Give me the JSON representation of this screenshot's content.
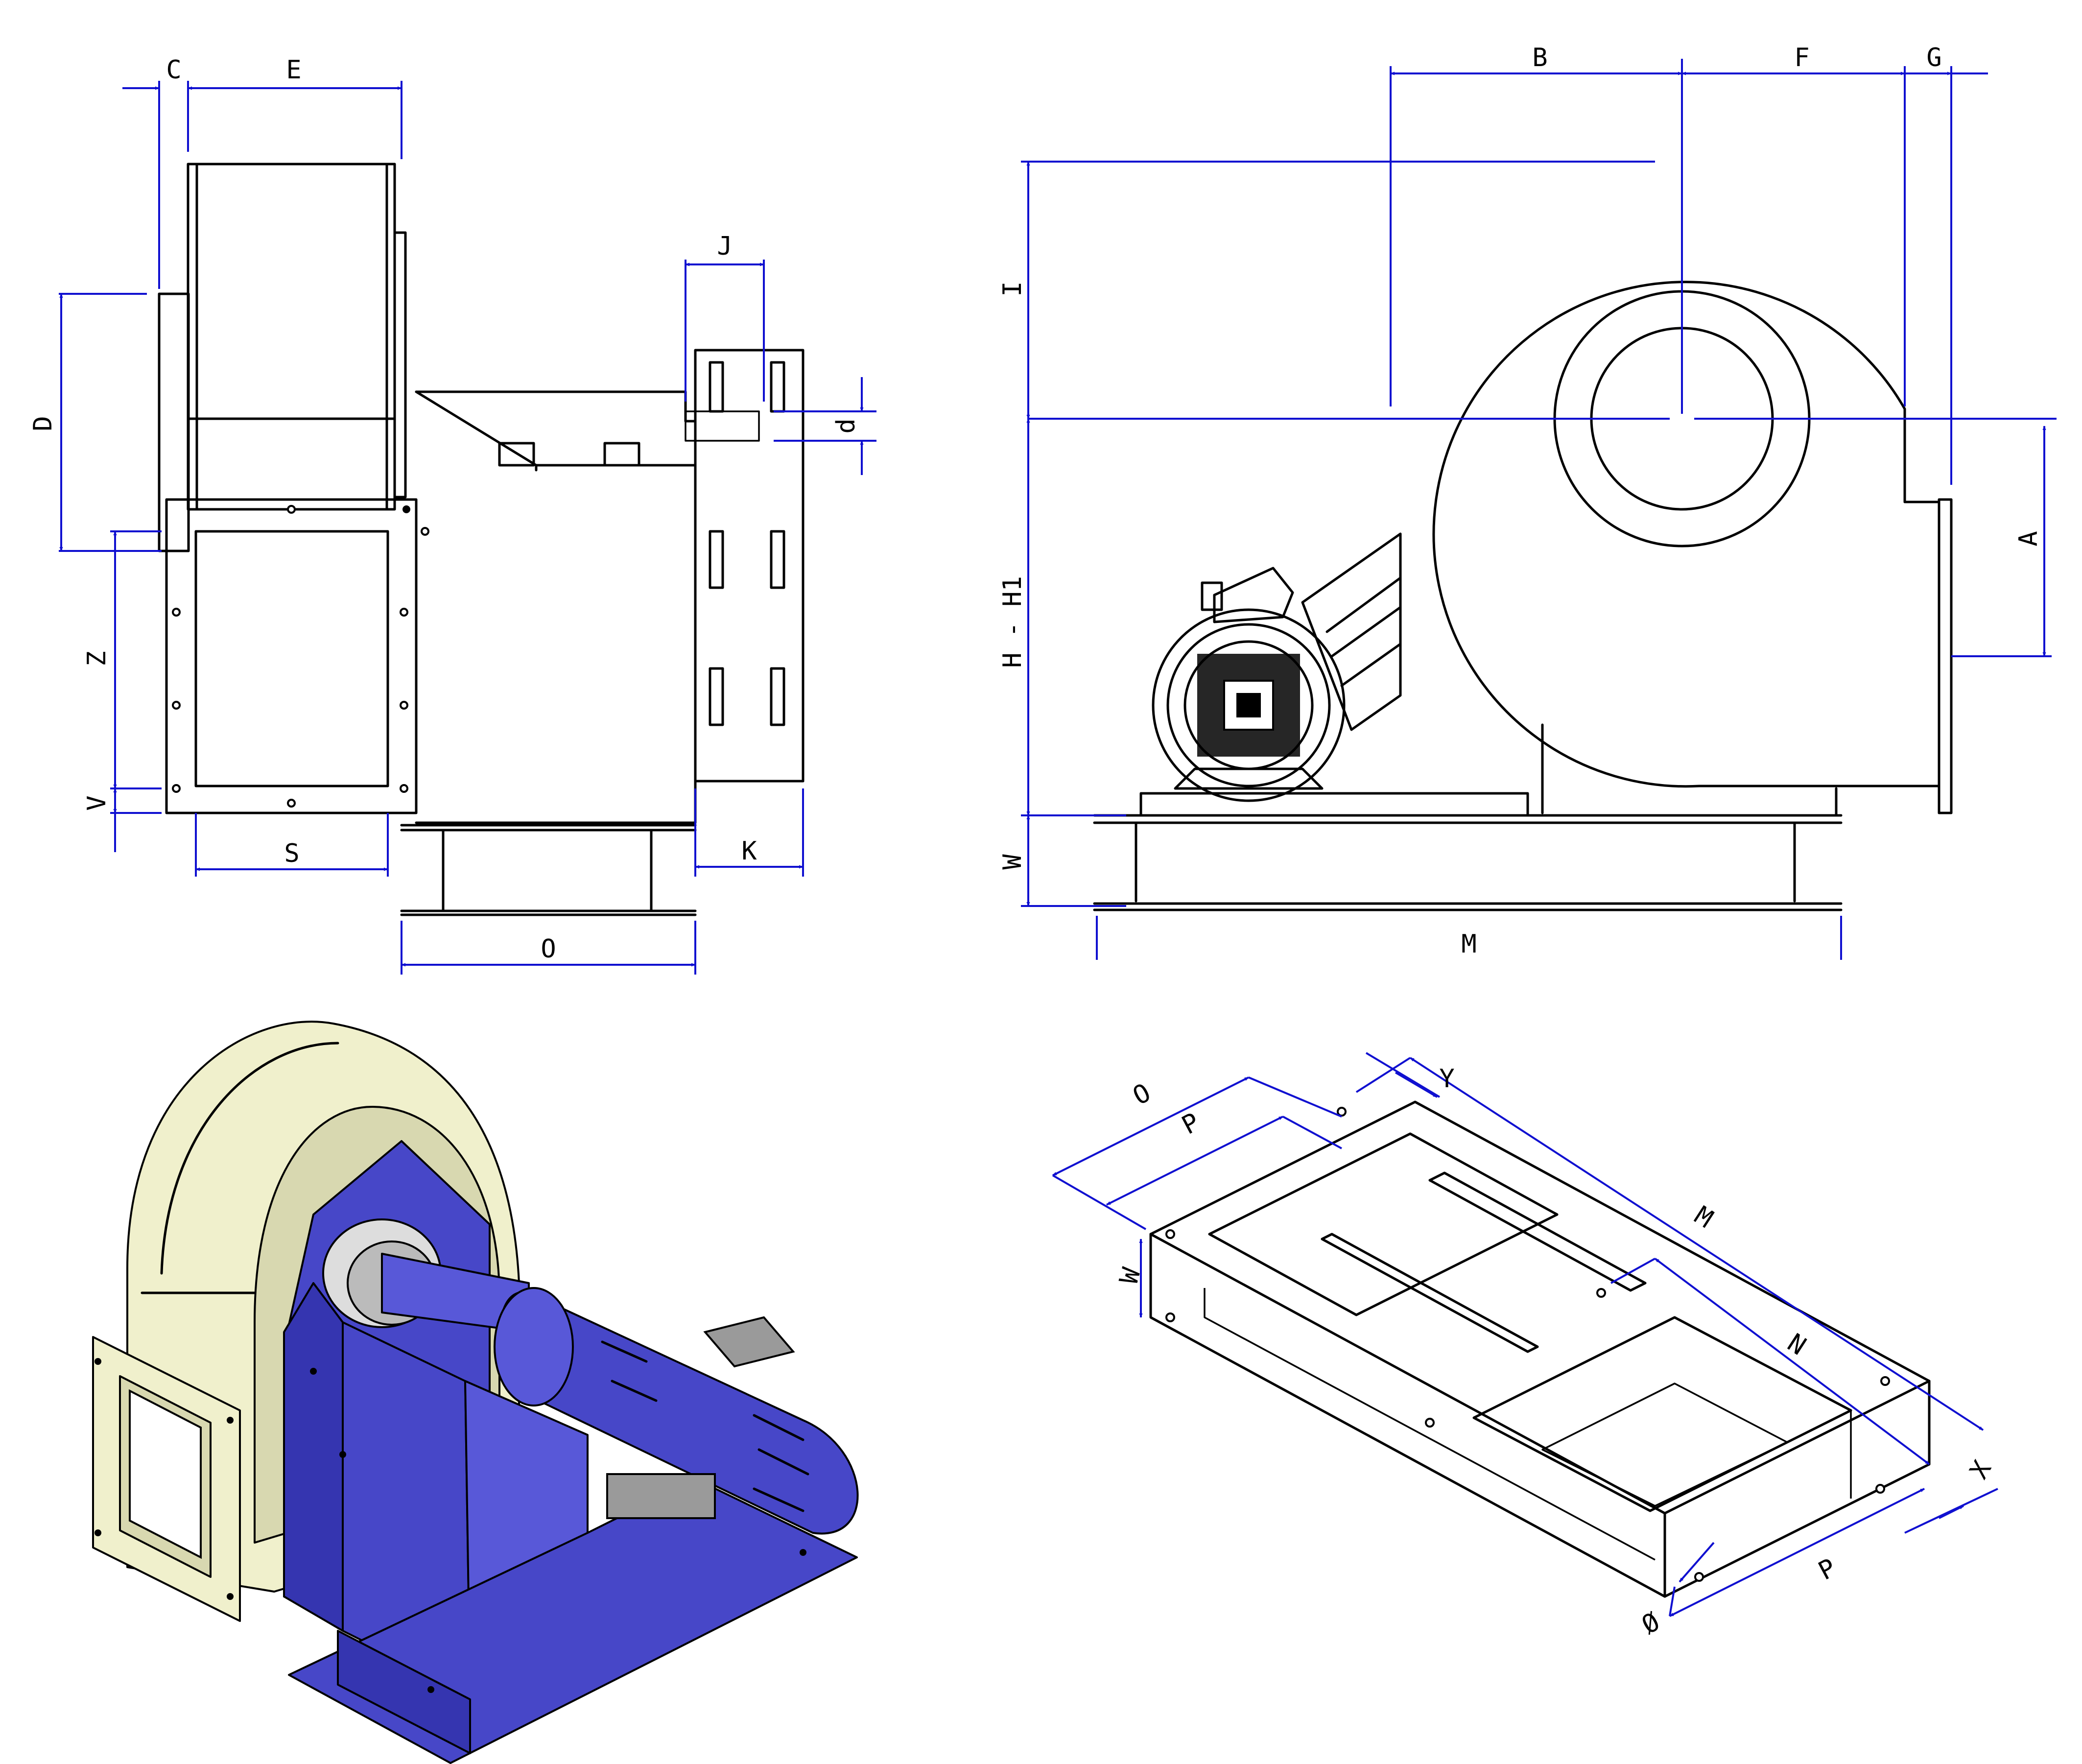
{
  "labels": {
    "C": "C",
    "E": "E",
    "D": "D",
    "Z": "Z",
    "V": "V",
    "S": "S",
    "O": "O",
    "J": "J",
    "d": "d",
    "K": "K",
    "B": "B",
    "F": "F",
    "G": "G",
    "I": "I",
    "H_H1": "H - H1",
    "A": "A",
    "W": "W",
    "M": "M",
    "O2": "O",
    "P": "P",
    "Y": "Y",
    "W2": "W",
    "M2": "M",
    "N": "N",
    "X": "X",
    "P2": "P",
    "phi": "Ø"
  },
  "colors": {
    "drawing_line": "#000000",
    "dimension_line": "#1010d0",
    "housing_blue": "#4747c8",
    "scroll_cream": "#f0f0cc"
  }
}
